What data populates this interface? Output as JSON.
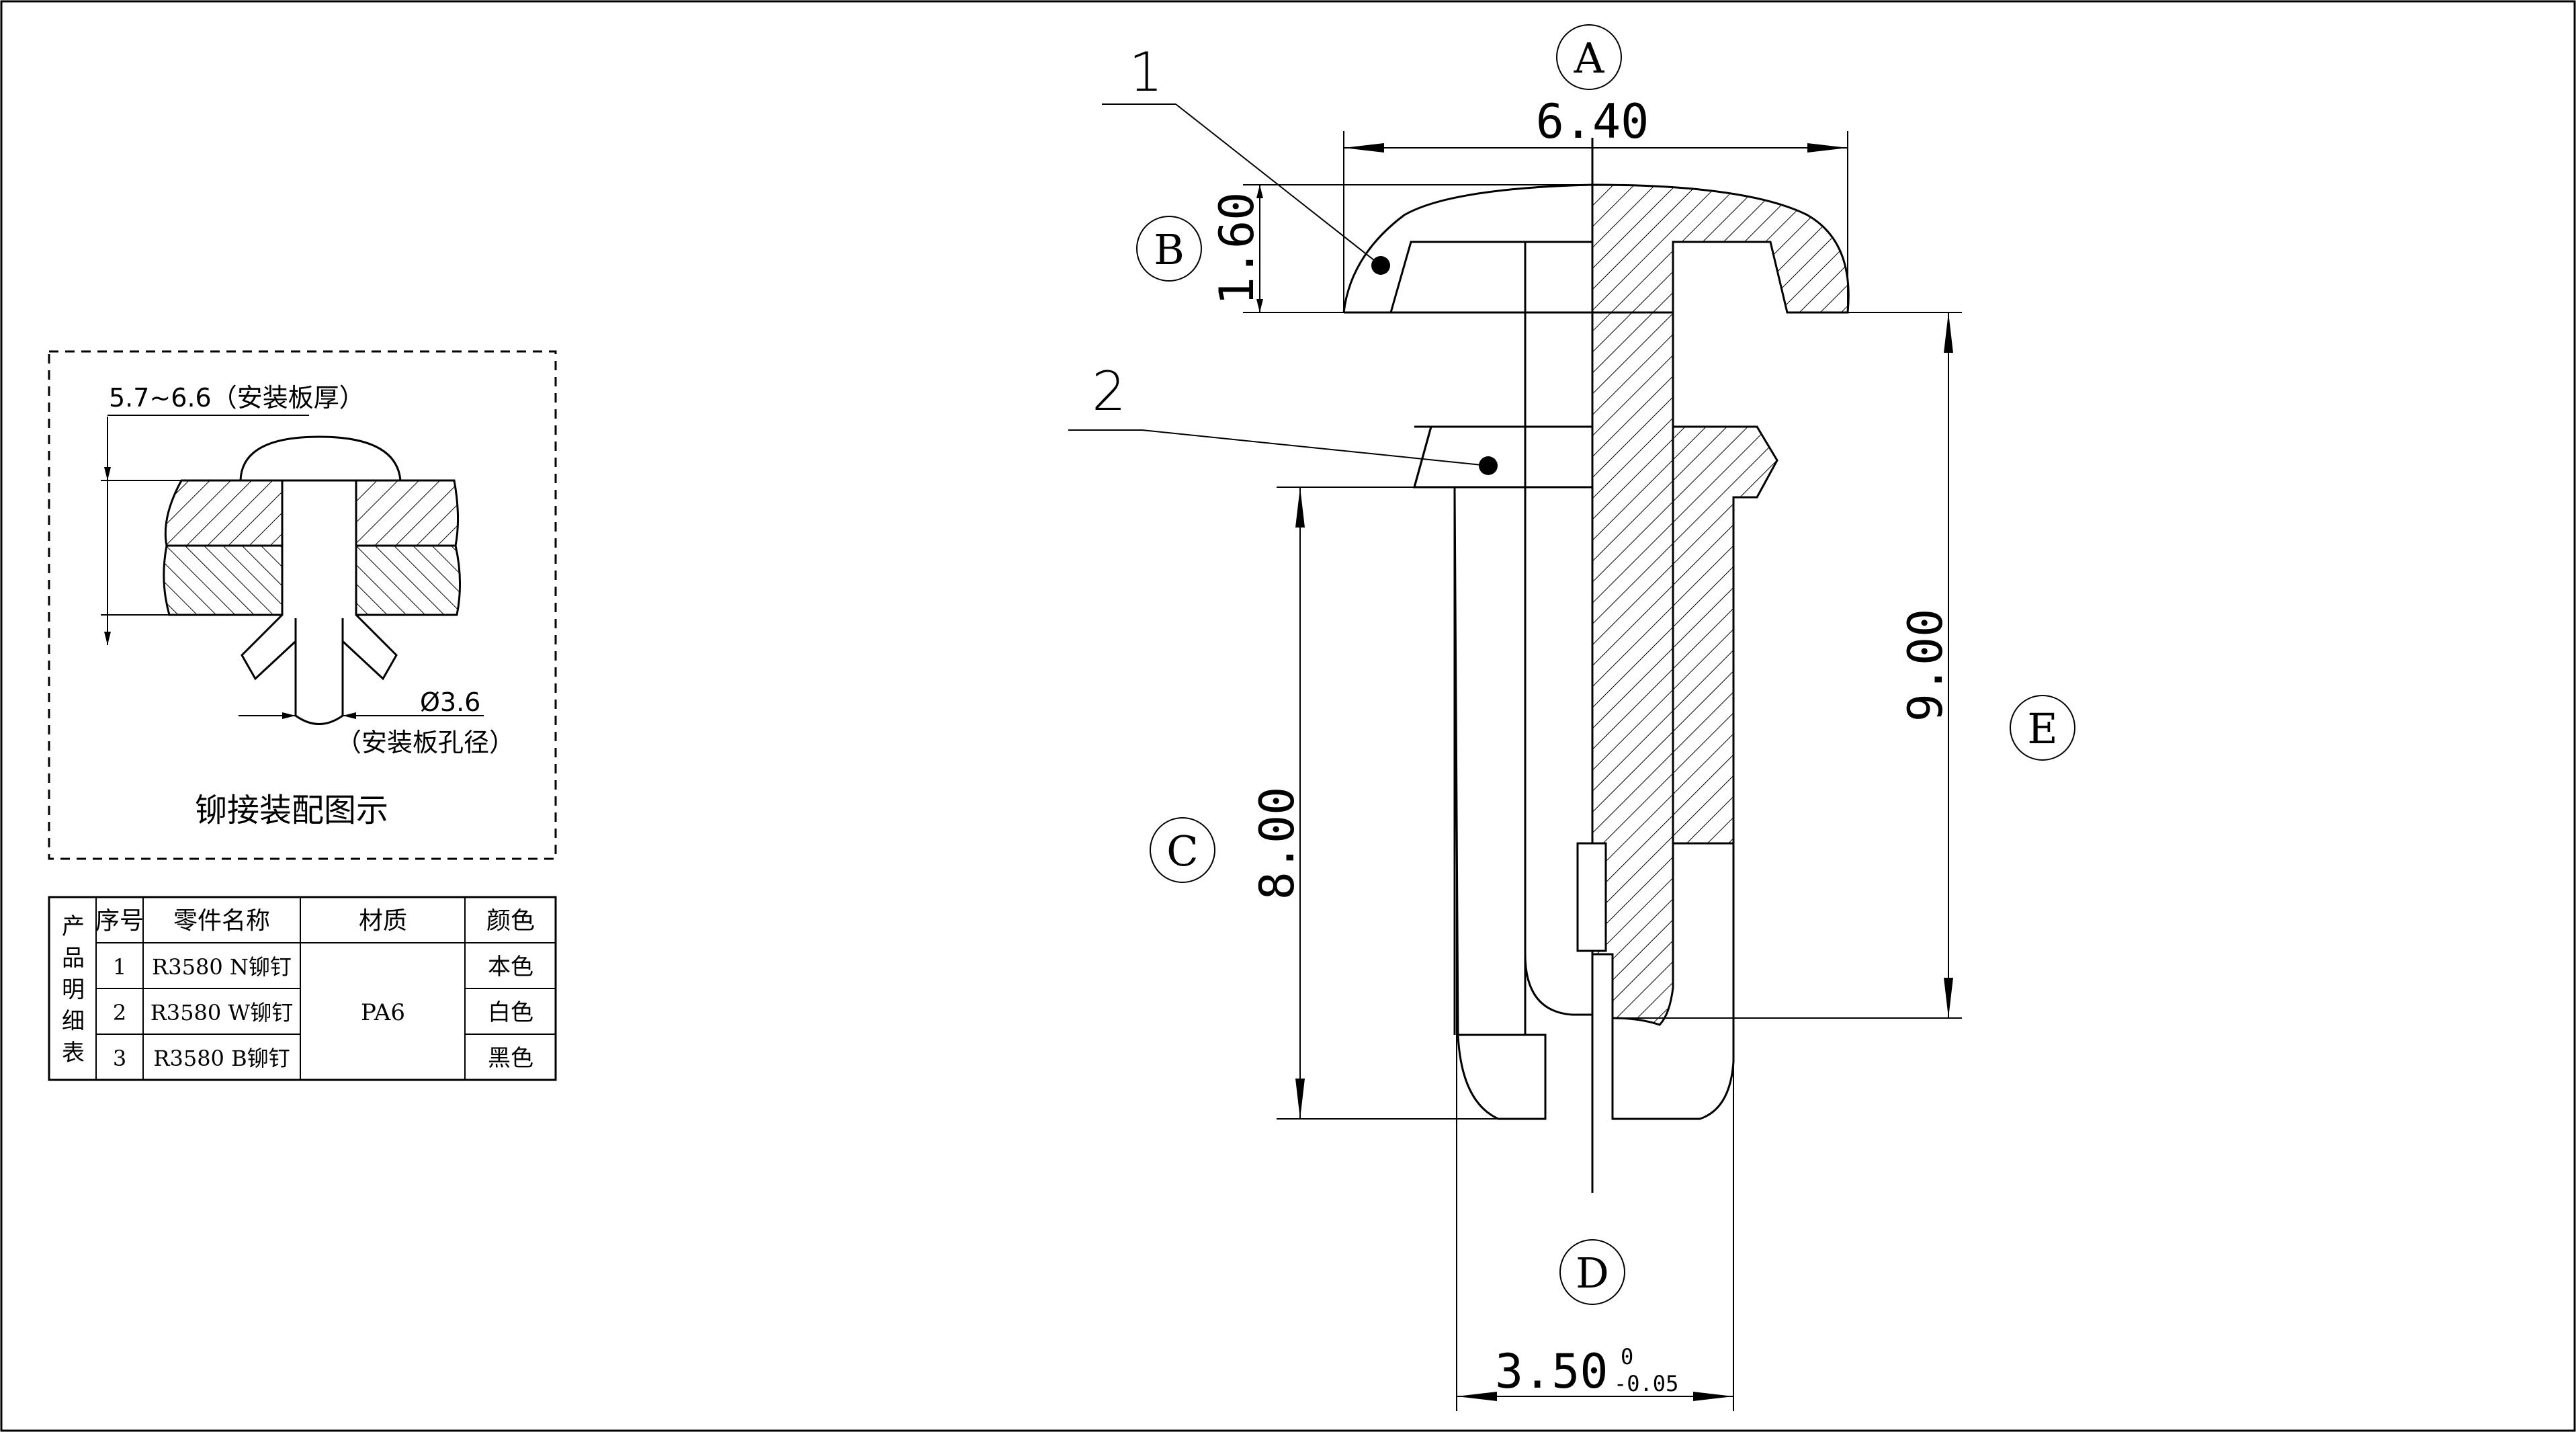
{
  "drawing": {
    "dimensions": {
      "head_width": "6.40",
      "head_height": "1.60",
      "total_length": "9.00",
      "sleeve_length": "8.00",
      "shank_diameter": "3.50",
      "tol_upper": "0",
      "tol_lower": "-0.05"
    },
    "callouts": {
      "A": "A",
      "B": "B",
      "C": "C",
      "D": "D",
      "E": "E"
    },
    "part_numbers": {
      "p1": "1",
      "p2": "2"
    }
  },
  "assembly": {
    "panel_thickness": "5.7~6.6（安装板厚）",
    "hole_diameter": "Ø3.6",
    "hole_note": "（安装板孔径）",
    "caption": "铆接装配图示"
  },
  "bom": {
    "side_label": [
      "产",
      "品",
      "明",
      "细",
      "表"
    ],
    "headers": {
      "index": "序号",
      "name": "零件名称",
      "material": "材质",
      "color": "颜色"
    },
    "rows": [
      {
        "index": "1",
        "name": "R3580 N铆钉",
        "color": "本色"
      },
      {
        "index": "2",
        "name": "R3580 W铆钉",
        "color": "白色"
      },
      {
        "index": "3",
        "name": "R3580 B铆钉",
        "color": "黑色"
      }
    ],
    "material": "PA6"
  }
}
